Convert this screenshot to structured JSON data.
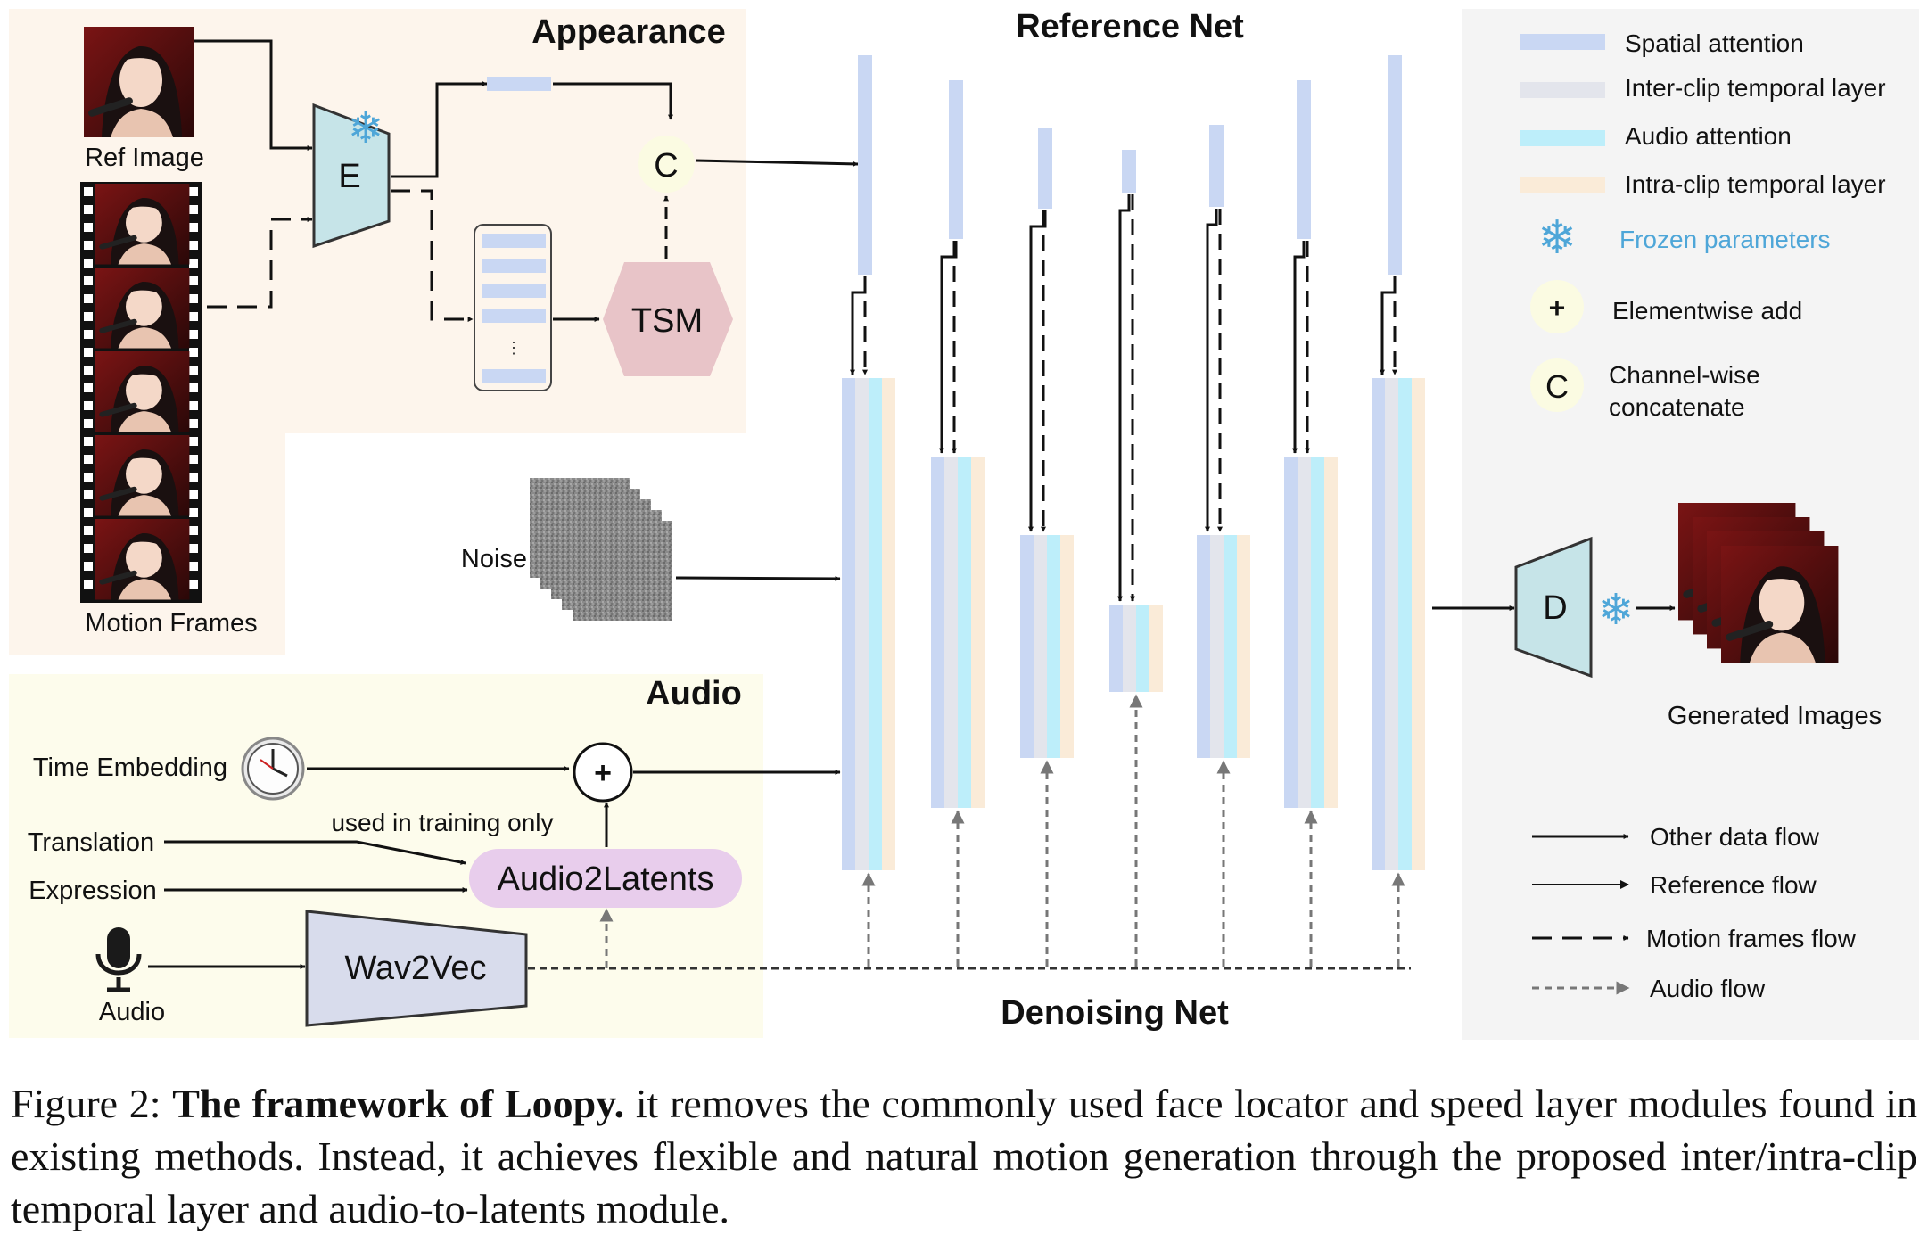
{
  "sections": {
    "appearance": "Appearance",
    "reference_net": "Reference Net",
    "audio": "Audio",
    "denoising_net": "Denoising Net"
  },
  "inputs": {
    "ref_image": "Ref Image",
    "motion_frames": "Motion Frames",
    "noise": "Noise",
    "time_embedding": "Time Embedding",
    "translation": "Translation",
    "expression": "Expression",
    "audio": "Audio",
    "generated_images": "Generated Images"
  },
  "modules": {
    "encoder": "E",
    "decoder": "D",
    "concat": "C",
    "tsm": "TSM",
    "audio2latents": "Audio2Latents",
    "wav2vec": "Wav2Vec",
    "add": "+",
    "training_note": "used in training only",
    "ellipsis": "⋮"
  },
  "legend": {
    "spatial_attention": "Spatial attention",
    "inter_clip": "Inter-clip temporal layer",
    "audio_attention": "Audio attention",
    "intra_clip": "Intra-clip temporal layer",
    "frozen": "Frozen parameters",
    "elementwise_add": "Elementwise add",
    "channel_concat_line1": "Channel-wise",
    "channel_concat_line2": "concatenate",
    "other_flow": "Other data flow",
    "reference_flow": "Reference flow",
    "motion_flow": "Motion frames flow",
    "audio_flow": "Audio flow"
  },
  "colors": {
    "spatial": "#c9d7f3",
    "inter_clip": "#e3e5ec",
    "audio_attn": "#bdeefa",
    "intra_clip": "#faebd8",
    "frozen": "#4ea6d8",
    "appearance_bg": "#fdf5ec",
    "audio_bg": "#fdfcec",
    "legend_bg": "#f4f4f4",
    "tsm": "#e8c4c8",
    "audio2latents": "#e8cdec",
    "wav2vec": "#d8dcec",
    "encoder": "#c6e4e8",
    "concat_fill": "#fbfbe2"
  },
  "caption": {
    "prefix": "Figure 2: ",
    "bold": "The framework of Loopy.",
    "text": " it removes the commonly used face locator and speed layer modules found in existing methods.  Instead, it achieves flexible and natural motion generation through the proposed inter/intra-clip temporal layer and audio-to-latents module."
  }
}
